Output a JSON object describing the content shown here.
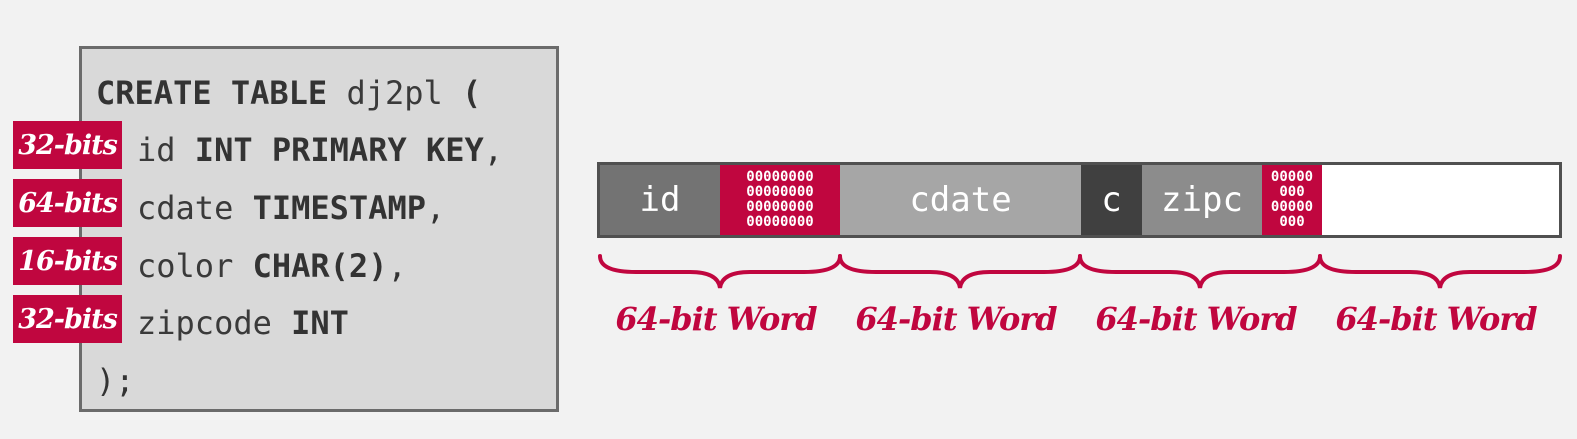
{
  "sql": {
    "line1": {
      "kw1": "CREATE TABLE",
      "name": "dj2pl",
      "tail": "("
    },
    "line2": {
      "col": "id",
      "type": "INT PRIMARY KEY",
      "tail": ","
    },
    "line3": {
      "col": "cdate",
      "type": "TIMESTAMP",
      "tail": ","
    },
    "line4": {
      "col": "color",
      "type": "CHAR(2)",
      "tail": ","
    },
    "line5": {
      "col": "zipcode",
      "type": "INT",
      "tail": ""
    },
    "line6": {
      "text": ");"
    }
  },
  "bit_labels": [
    "32-bits",
    "64-bits",
    "16-bits",
    "32-bits"
  ],
  "row": {
    "cells": [
      {
        "label": "id",
        "color": "#737373"
      },
      {
        "pad": [
          "00000000",
          "00000000",
          "00000000",
          "00000000"
        ],
        "color": "#c0063f"
      },
      {
        "label": "cdate",
        "color": "#a6a6a6"
      },
      {
        "label": "c",
        "color": "#404040"
      },
      {
        "label": "zipc",
        "color": "#8c8c8c"
      },
      {
        "pad": [
          "00000",
          "000",
          "00000",
          "000"
        ],
        "color": "#c0063f"
      }
    ]
  },
  "word_labels": [
    "64-bit Word",
    "64-bit Word",
    "64-bit Word",
    "64-bit Word"
  ],
  "colors": {
    "accent": "#c0063f",
    "sql_bg": "#d9d9d9",
    "page_bg": "#f2f2f2"
  }
}
